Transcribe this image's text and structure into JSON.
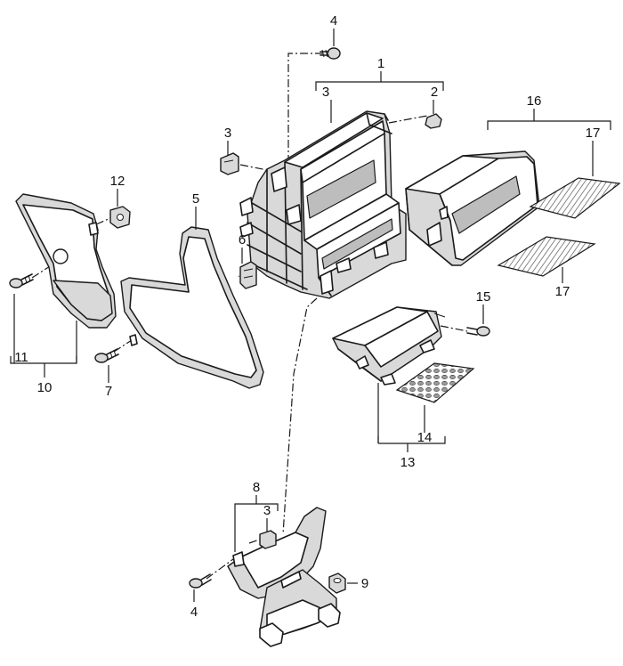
{
  "callouts": {
    "c1": "1",
    "c2": "2",
    "c3_top": "3",
    "c3_left": "3",
    "c3_bottom": "3",
    "c4_top": "4",
    "c4_bottom": "4",
    "c5": "5",
    "c6": "6",
    "c7": "7",
    "c8": "8",
    "c9": "9",
    "c10": "10",
    "c11": "11",
    "c12": "12",
    "c13": "13",
    "c14": "14",
    "c15": "15",
    "c16": "16",
    "c17_top": "17",
    "c17_bottom": "17"
  },
  "colors": {
    "line": "#1a1a1a",
    "part_fill": "#d9d9d9",
    "background": "#ffffff"
  }
}
